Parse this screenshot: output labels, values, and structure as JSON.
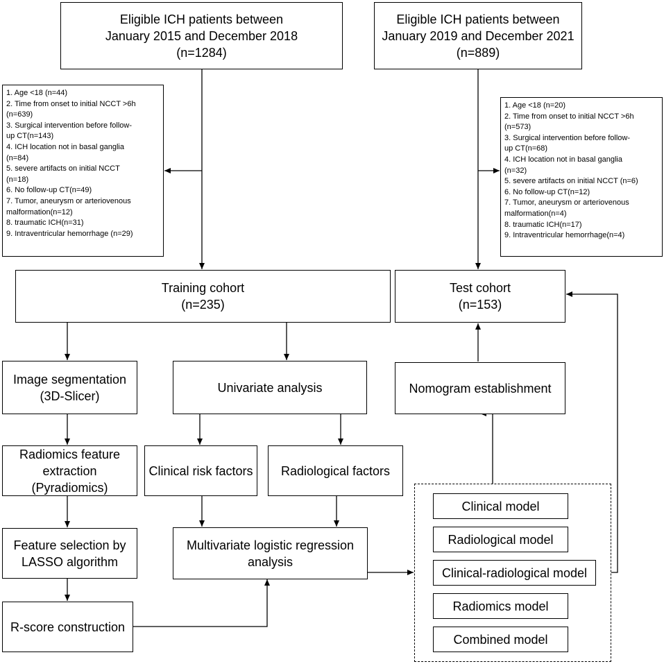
{
  "top_left": {
    "line1": "Eligible ICH patients between",
    "line2": "January 2015 and December 2018",
    "line3": "(n=1284)"
  },
  "top_right": {
    "line1": "Eligible ICH patients between",
    "line2": "January 2019 and December 2021",
    "line3": "(n=889)"
  },
  "excl_left": [
    "1. Age <18 (n=44)",
    "2. Time from onset to initial NCCT >6h",
    "(n=639)",
    "3. Surgical intervention before follow-",
    "up CT(n=143)",
    "4. ICH location not in  basal ganglia",
    "(n=84)",
    "5. severe artifacts on initial NCCT",
    "(n=18)",
    "6. No follow-up CT(n=49)",
    "7. Tumor, aneurysm or arteriovenous",
    "malformation(n=12)",
    "8. traumatic ICH(n=31)",
    "9. Intraventricular hemorrhage (n=29)"
  ],
  "excl_right": [
    "1. Age <18 (n=20)",
    "2. Time from onset to initial NCCT >6h",
    "(n=573)",
    "3. Surgical intervention before follow-",
    "up CT(n=68)",
    "4. ICH location not in  basal ganglia",
    "(n=32)",
    "5. severe artifacts on initial NCCT (n=6)",
    "6. No follow-up CT(n=12)",
    "7. Tumor, aneurysm or arteriovenous",
    "malformation(n=4)",
    "8. traumatic ICH(n=17)",
    "9. Intraventricular hemorrhage(n=4)"
  ],
  "training": {
    "line1": "Training cohort",
    "line2": "(n=235)"
  },
  "test": {
    "line1": "Test cohort",
    "line2": "(n=153)"
  },
  "segmentation": {
    "line1": "Image segmentation",
    "line2": "(3D-Slicer)"
  },
  "univariate": "Univariate analysis",
  "nomogram": "Nomogram establishment",
  "radiomics_extraction": {
    "line1": "Radiomics feature",
    "line2": "extraction",
    "line3": "(Pyradiomics)"
  },
  "clinical_factors": "Clinical risk factors",
  "radiological_factors": "Radiological factors",
  "feature_selection": {
    "line1": "Feature selection by",
    "line2": "LASSO algorithm"
  },
  "multivariate": {
    "line1": "Multivariate logistic regression",
    "line2": "analysis"
  },
  "rscore": "R-score construction",
  "models": [
    "Clinical model",
    "Radiological model",
    "Clinical-radiological model",
    "Radiomics model",
    "Combined model"
  ]
}
